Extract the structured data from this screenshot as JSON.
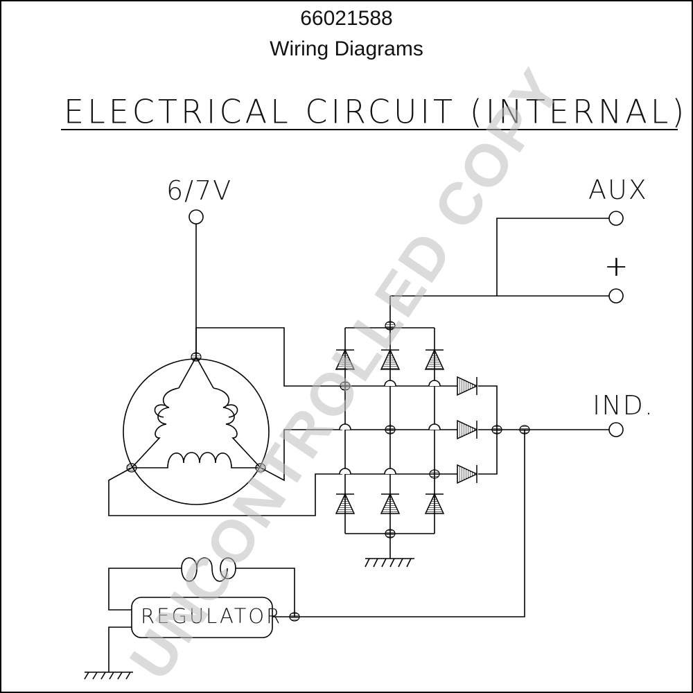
{
  "header": {
    "part_number": "66021588",
    "subtitle": "Wiring Diagrams"
  },
  "title": "ELECTRICAL CIRCUIT (INTERNAL).",
  "terminals": {
    "v67": "6/7V",
    "aux": "AUX",
    "plus": "+",
    "ind": "IND."
  },
  "regulator_label": "REGULATOR",
  "watermark": "UNCONTROLLED COPY"
}
